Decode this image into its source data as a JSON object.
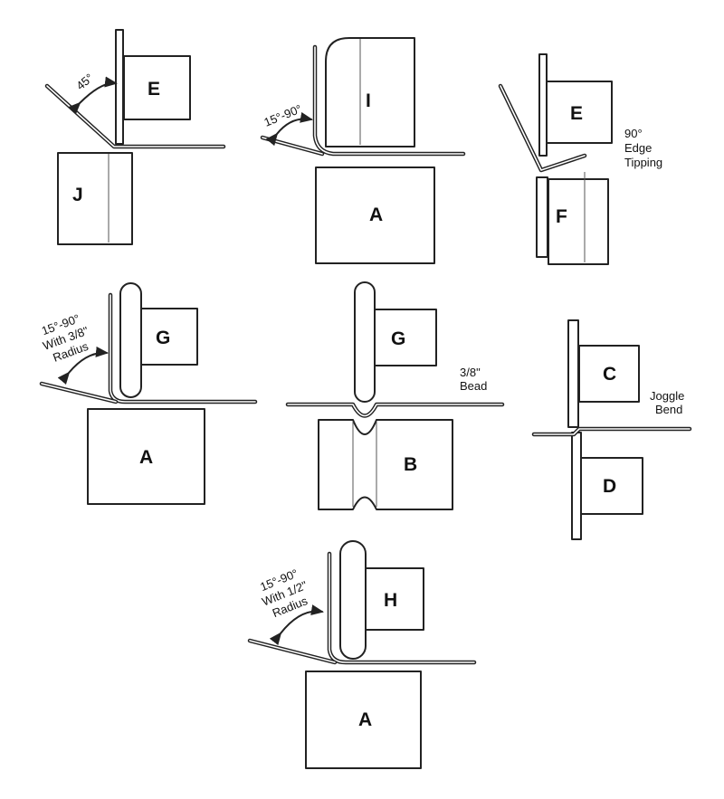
{
  "dies": {
    "e": "E",
    "j": "J",
    "i": "I",
    "a": "A",
    "f": "F",
    "g": "G",
    "b": "B",
    "c": "C",
    "d": "D",
    "h": "H"
  },
  "annotations": {
    "angle_45": "45°",
    "range_15_90": "15°-90°",
    "with_3_8": "With 3/8\"",
    "with_1_2": "With 1/2\"",
    "radius": "Radius",
    "edge_90": "90°",
    "edge": "Edge",
    "tipping": "Tipping",
    "bead_size": "3/8\"",
    "bead": "Bead",
    "joggle": "Joggle",
    "bend": "Bend"
  },
  "colors": {
    "ink": "#222222",
    "background": "#ffffff"
  }
}
